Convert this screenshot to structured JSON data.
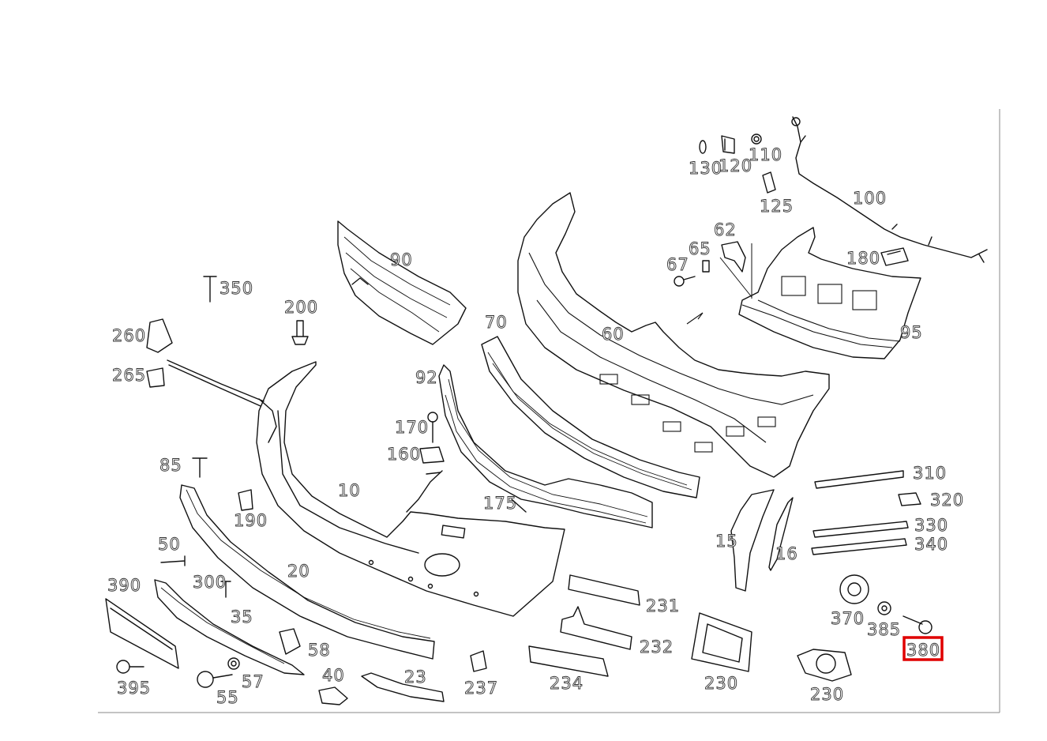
{
  "diagram": {
    "highlight_color": "#e00000",
    "highlighted_callout": "380",
    "callouts": {
      "c10": "10",
      "c15": "15",
      "c16": "16",
      "c20": "20",
      "c23": "23",
      "c35": "35",
      "c40": "40",
      "c50": "50",
      "c55": "55",
      "c57": "57",
      "c58": "58",
      "c60": "60",
      "c62": "62",
      "c65": "65",
      "c67": "67",
      "c70": "70",
      "c85": "85",
      "c90": "90",
      "c92": "92",
      "c95": "95",
      "c100": "100",
      "c110": "110",
      "c120": "120",
      "c125": "125",
      "c130": "130",
      "c160": "160",
      "c170": "170",
      "c175": "175",
      "c180": "180",
      "c190": "190",
      "c200": "200",
      "c230a": "230",
      "c230b": "230",
      "c231": "231",
      "c232": "232",
      "c234": "234",
      "c237": "237",
      "c260": "260",
      "c265": "265",
      "c300": "300",
      "c310": "310",
      "c320": "320",
      "c330": "330",
      "c340": "340",
      "c350": "350",
      "c370": "370",
      "c380": "380",
      "c385": "385",
      "c390": "390",
      "c395": "395"
    }
  }
}
